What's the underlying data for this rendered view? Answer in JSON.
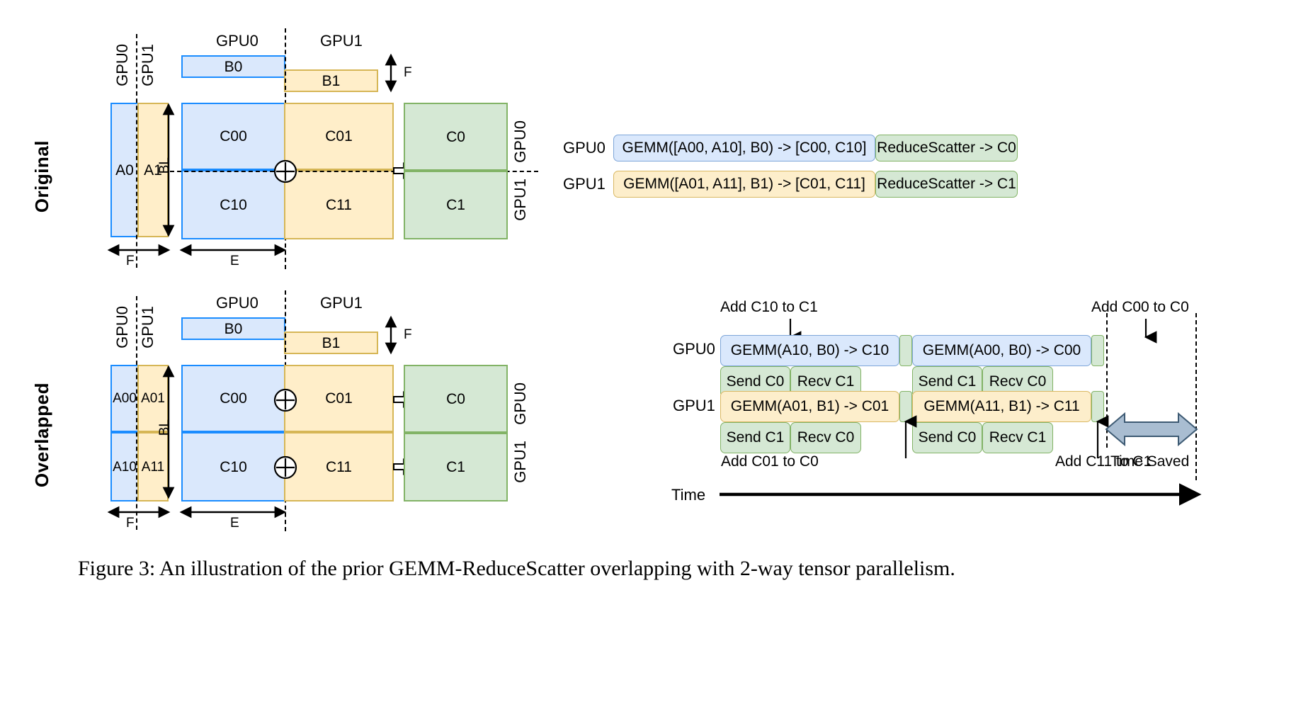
{
  "figure": {
    "caption": "Figure 3: An illustration of the prior GEMM-ReduceScatter overlapping with 2-way tensor parallelism."
  },
  "sections": [
    {
      "id": "original",
      "row_label": "Original",
      "matrix_diagram": {
        "a_matrix": {
          "col_headers": [
            "GPU0",
            "GPU1"
          ],
          "tiles": [
            "A0",
            "A1"
          ],
          "width_label": "F"
        },
        "b_matrix": {
          "col_headers": [
            "GPU0",
            "GPU1"
          ],
          "tiles": [
            "B0",
            "B1"
          ],
          "height_label": "F"
        },
        "c_matrix": {
          "tiles": [
            "C00",
            "C01",
            "C10",
            "C11"
          ],
          "height_label": "BL",
          "width_label": "E"
        },
        "out_matrix": {
          "tiles": [
            "C0",
            "C1"
          ],
          "side_labels": [
            "GPU0",
            "GPU1"
          ]
        },
        "operator": "plus-circle"
      },
      "timeline": {
        "rows": [
          {
            "label": "GPU0",
            "bars": [
              {
                "text": "GEMM([A00, A10], B0) -> [C00, C10]",
                "color": "blue"
              },
              {
                "text": "ReduceScatter -> C0",
                "color": "green"
              }
            ]
          },
          {
            "label": "GPU1",
            "bars": [
              {
                "text": "GEMM([A01, A11], B1) -> [C01, C11]",
                "color": "yellow"
              },
              {
                "text": "ReduceScatter -> C1",
                "color": "green"
              }
            ]
          }
        ]
      }
    },
    {
      "id": "overlapped",
      "row_label": "Overlapped",
      "matrix_diagram": {
        "a_matrix": {
          "col_headers": [
            "GPU0",
            "GPU1"
          ],
          "tiles": [
            "A00",
            "A01",
            "A10",
            "A11"
          ],
          "width_label": "F"
        },
        "b_matrix": {
          "col_headers": [
            "GPU0",
            "GPU1"
          ],
          "tiles": [
            "B0",
            "B1"
          ],
          "height_label": "F"
        },
        "c_matrix": {
          "tiles": [
            "C00",
            "C01",
            "C10",
            "C11"
          ],
          "height_label": "BL",
          "width_label": "E"
        },
        "out_matrix": {
          "tiles": [
            "C0",
            "C1"
          ],
          "side_labels": [
            "GPU0",
            "GPU1"
          ]
        },
        "operator": "plus-circle"
      },
      "timeline": {
        "rows": [
          {
            "label": "GPU0",
            "compute_bars": [
              {
                "text": "GEMM(A10, B0) -> C10",
                "color": "blue"
              },
              {
                "text": "",
                "color": "green"
              },
              {
                "text": "GEMM(A00, B0) -> C00",
                "color": "blue"
              },
              {
                "text": "",
                "color": "green"
              }
            ],
            "comm_bars": [
              {
                "text": "Send C0",
                "color": "green"
              },
              {
                "text": "Recv C1",
                "color": "green"
              },
              {
                "text": "Send C1",
                "color": "green"
              },
              {
                "text": "Recv C0",
                "color": "green"
              }
            ]
          },
          {
            "label": "GPU1",
            "compute_bars": [
              {
                "text": "GEMM(A01, B1) -> C01",
                "color": "yellow"
              },
              {
                "text": "",
                "color": "green"
              },
              {
                "text": "GEMM(A11, B1) -> C11",
                "color": "yellow"
              },
              {
                "text": "",
                "color": "green"
              }
            ],
            "comm_bars": [
              {
                "text": "Send C1",
                "color": "green"
              },
              {
                "text": "Recv C0",
                "color": "green"
              },
              {
                "text": "Send C0",
                "color": "green"
              },
              {
                "text": "Recv C1",
                "color": "green"
              }
            ]
          }
        ],
        "annotations": {
          "top_left": "Add C10 to C1",
          "top_right": "Add C00 to C0",
          "bottom_left": "Add C01 to C0",
          "bottom_right": "Add C11 to C1"
        },
        "time_saved_label": "Time Saved",
        "time_axis_label": "Time"
      }
    }
  ],
  "colors": {
    "blue_fill": "#dae8fc",
    "blue_stroke": "#1a8cff",
    "yellow_fill": "#ffeec9",
    "yellow_stroke": "#d6b656",
    "green_fill": "#d5e8d4",
    "green_stroke": "#82b366",
    "time_saved_arrow": "#a9bdd1"
  }
}
